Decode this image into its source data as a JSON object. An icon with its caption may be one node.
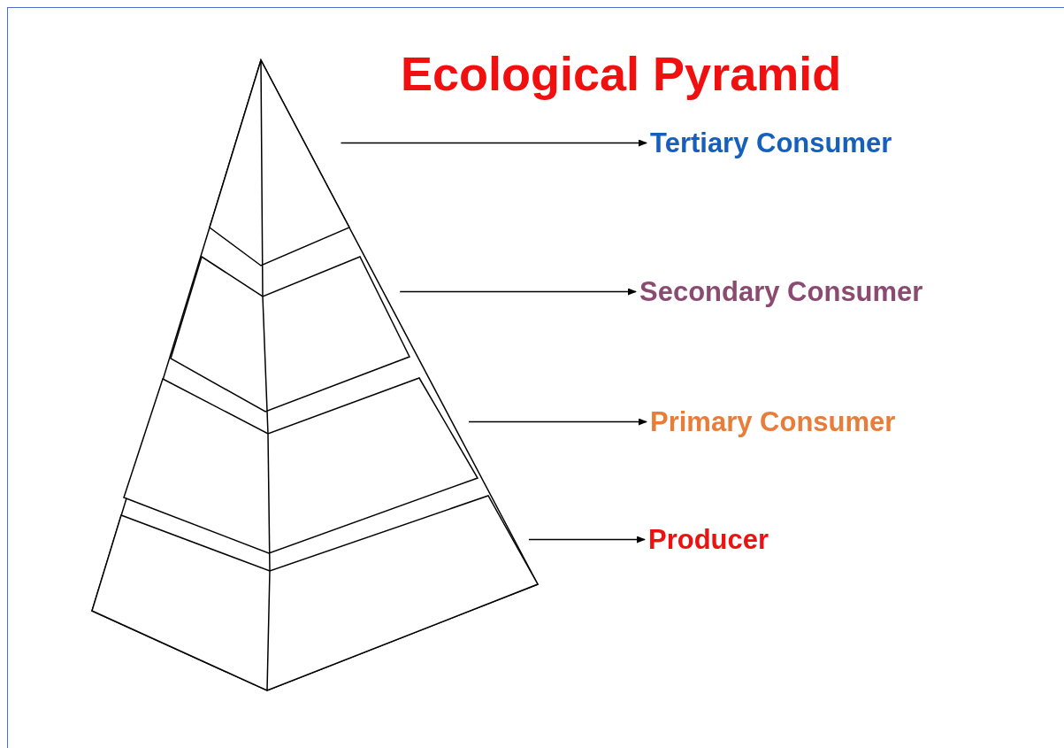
{
  "diagram": {
    "title": "Ecological Pyramid",
    "nodes": [
      {
        "text": [],
        "shape": "band"
      },
      {
        "text": [],
        "shape": "band"
      },
      {
        "text": [],
        "shape": "band"
      },
      {
        "text": [],
        "shape": "band"
      },
      {
        "text": [
          "Tertiary Consumer"
        ]
      },
      {
        "text": [
          "Secondary Consumer"
        ]
      },
      {
        "text": [
          "Primary Consumer"
        ]
      },
      {
        "text": [
          "Producer"
        ]
      }
    ],
    "edges": [
      {
        "from": 0,
        "to": 4,
        "arrow": "to"
      },
      {
        "from": 1,
        "to": 5,
        "arrow": "to"
      },
      {
        "from": 2,
        "to": 6,
        "arrow": "to"
      },
      {
        "from": 3,
        "to": 7,
        "arrow": "to"
      }
    ]
  }
}
